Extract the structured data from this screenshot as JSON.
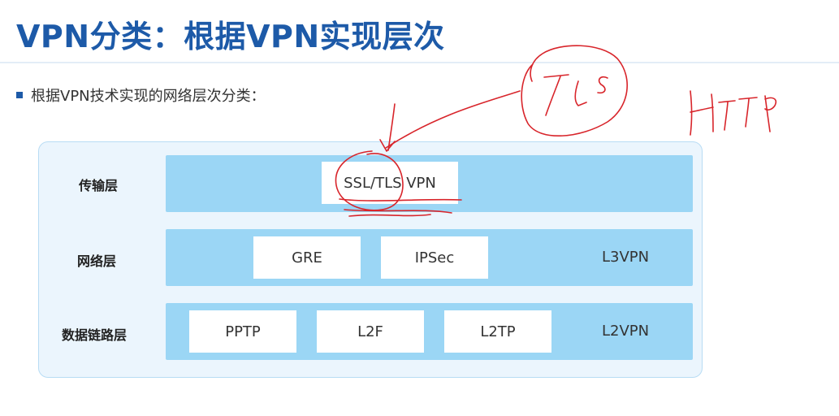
{
  "title": "VPN分类：根据VPN实现层次",
  "bullet": "根据VPN技术实现的网络层次分类：",
  "layers": {
    "transport": {
      "label": "传输层",
      "protocols": [
        "SSL/TLS VPN"
      ]
    },
    "network": {
      "label": "网络层",
      "protocols": [
        "GRE",
        "IPSec"
      ],
      "tag": "L3VPN"
    },
    "datalink": {
      "label": "数据链路层",
      "protocols": [
        "PPTP",
        "L2F",
        "L2TP"
      ],
      "tag": "L2VPN"
    }
  },
  "colors": {
    "title": "#1d5aa8",
    "panel_bg": "#ebf5fd",
    "panel_border": "#b8dcf4",
    "band": "#9bd6f5",
    "annotation_ink": "#d8252b"
  },
  "annotations": {
    "handwritten_1": "TLS",
    "handwritten_2": "HTTP"
  }
}
